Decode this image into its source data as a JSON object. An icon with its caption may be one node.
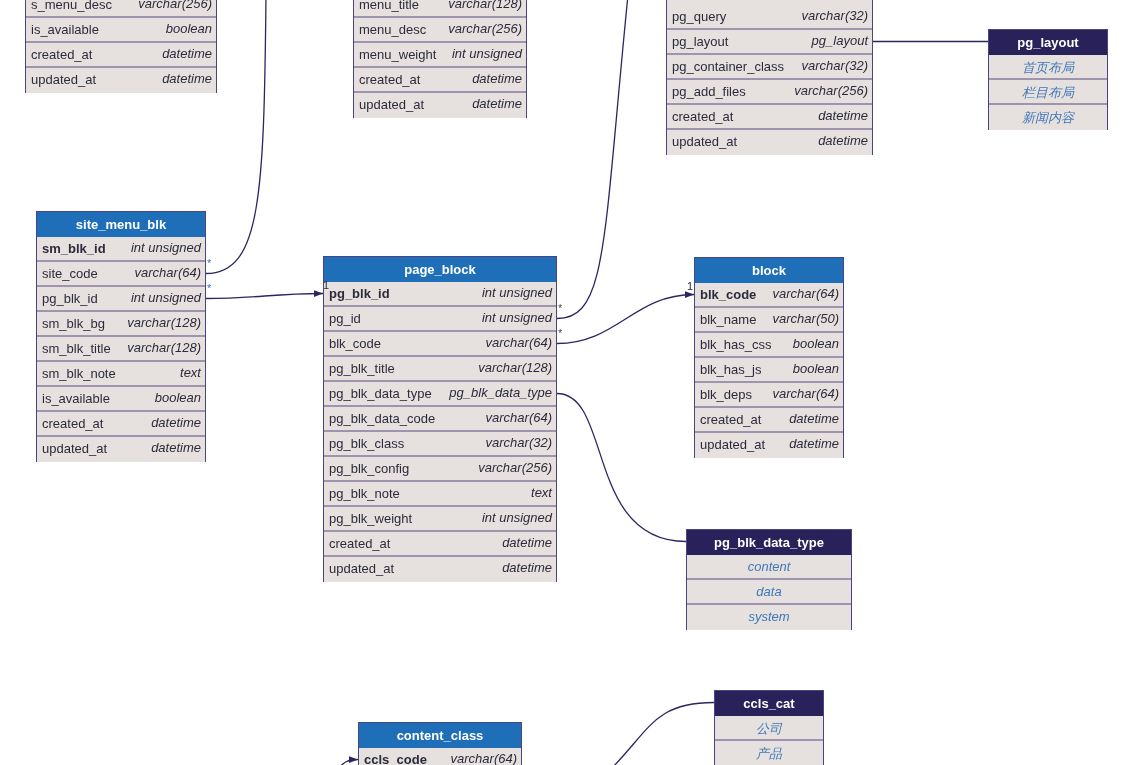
{
  "diagram": {
    "nodes": [
      {
        "text": [],
        "shape": "box"
      },
      {
        "text": [
          "s_menu_desc",
          "varchar(256)"
        ],
        "in": 0
      },
      {
        "text": [
          "is_available",
          "boolean"
        ],
        "in": 0
      },
      {
        "text": [
          "created_at",
          "datetime"
        ],
        "in": 0
      },
      {
        "text": [
          "updated_at",
          "datetime"
        ],
        "in": 0
      },
      {
        "text": [],
        "shape": "box"
      },
      {
        "text": [
          "menu_title",
          "varchar(128)"
        ],
        "in": 5
      },
      {
        "text": [
          "menu_desc",
          "varchar(256)"
        ],
        "in": 5
      },
      {
        "text": [
          "menu_weight",
          "int unsigned"
        ],
        "in": 5
      },
      {
        "text": [
          "created_at",
          "datetime"
        ],
        "in": 5
      },
      {
        "text": [
          "updated_at",
          "datetime"
        ],
        "in": 5
      },
      {
        "text": [],
        "shape": "box"
      },
      {
        "text": [
          "pg_query",
          "varchar(32)"
        ],
        "in": 11
      },
      {
        "text": [
          "pg_layout",
          "pg_layout"
        ],
        "in": 11
      },
      {
        "text": [
          "pg_container_class",
          "varchar(32)"
        ],
        "in": 11
      },
      {
        "text": [
          "pg_add_files",
          "varchar(256)"
        ],
        "in": 11
      },
      {
        "text": [
          "created_at",
          "datetime"
        ],
        "in": 11
      },
      {
        "text": [
          "updated_at",
          "datetime"
        ],
        "in": 11
      },
      {
        "text": [
          "pg_layout"
        ]
      },
      {
        "text": [
          "首页布局"
        ],
        "in": 18
      },
      {
        "text": [
          "栏目布局"
        ],
        "in": 18
      },
      {
        "text": [
          "新闻内容"
        ],
        "in": 18
      },
      {
        "text": [
          "site_menu_blk"
        ]
      },
      {
        "text": [
          "sm_blk_id",
          "int unsigned"
        ],
        "in": 22
      },
      {
        "text": [
          "site_code",
          "varchar(64)"
        ],
        "in": 22
      },
      {
        "text": [
          "pg_blk_id",
          "int unsigned"
        ],
        "in": 22
      },
      {
        "text": [
          "sm_blk_bg",
          "varchar(128)"
        ],
        "in": 22
      },
      {
        "text": [
          "sm_blk_title",
          "varchar(128)"
        ],
        "in": 22
      },
      {
        "text": [
          "sm_blk_note",
          "text"
        ],
        "in": 22
      },
      {
        "text": [
          "is_available",
          "boolean"
        ],
        "in": 22
      },
      {
        "text": [
          "created_at",
          "datetime"
        ],
        "in": 22
      },
      {
        "text": [
          "updated_at",
          "datetime"
        ],
        "in": 22
      },
      {
        "text": [
          "page_block"
        ]
      },
      {
        "text": [
          "pg_blk_id",
          "int unsigned"
        ],
        "in": 32
      },
      {
        "text": [
          "pg_id",
          "int unsigned"
        ],
        "in": 32
      },
      {
        "text": [
          "blk_code",
          "varchar(64)"
        ],
        "in": 32
      },
      {
        "text": [
          "pg_blk_title",
          "varchar(128)"
        ],
        "in": 32
      },
      {
        "text": [
          "pg_blk_data_type",
          "pg_blk_data_type"
        ],
        "in": 32
      },
      {
        "text": [
          "pg_blk_data_code",
          "varchar(64)"
        ],
        "in": 32
      },
      {
        "text": [
          "pg_blk_class",
          "varchar(32)"
        ],
        "in": 32
      },
      {
        "text": [
          "pg_blk_config",
          "varchar(256)"
        ],
        "in": 32
      },
      {
        "text": [
          "pg_blk_note",
          "text"
        ],
        "in": 32
      },
      {
        "text": [
          "pg_blk_weight",
          "int unsigned"
        ],
        "in": 32
      },
      {
        "text": [
          "created_at",
          "datetime"
        ],
        "in": 32
      },
      {
        "text": [
          "updated_at",
          "datetime"
        ],
        "in": 32
      },
      {
        "text": [
          "block"
        ]
      },
      {
        "text": [
          "blk_code",
          "varchar(64)"
        ],
        "in": 45
      },
      {
        "text": [
          "blk_name",
          "varchar(50)"
        ],
        "in": 45
      },
      {
        "text": [
          "blk_has_css",
          "boolean"
        ],
        "in": 45
      },
      {
        "text": [
          "blk_has_js",
          "boolean"
        ],
        "in": 45
      },
      {
        "text": [
          "blk_deps",
          "varchar(64)"
        ],
        "in": 45
      },
      {
        "text": [
          "created_at",
          "datetime"
        ],
        "in": 45
      },
      {
        "text": [
          "updated_at",
          "datetime"
        ],
        "in": 45
      },
      {
        "text": [
          "pg_blk_data_type"
        ]
      },
      {
        "text": [
          "content"
        ],
        "in": 53
      },
      {
        "text": [
          "data"
        ],
        "in": 53
      },
      {
        "text": [
          "system"
        ],
        "in": 53
      },
      {
        "text": [
          "content_class"
        ]
      },
      {
        "text": [
          "ccls_code",
          "varchar(64)"
        ],
        "in": 57
      },
      {
        "text": [
          "ccls_cat"
        ]
      },
      {
        "text": [
          "公司"
        ],
        "in": 59
      },
      {
        "text": [
          "产品"
        ],
        "in": 59
      }
    ],
    "edges": [
      {
        "from": 24,
        "to": null,
        "arrow": "none"
      },
      {
        "from": 25,
        "to": 33,
        "arrow": "to"
      },
      {
        "from": 34,
        "to": null,
        "arrow": "none"
      },
      {
        "from": 35,
        "to": 46,
        "arrow": "to"
      },
      {
        "from": 37,
        "to": 53,
        "arrow": "none"
      },
      {
        "from": 13,
        "to": 18,
        "arrow": "none"
      },
      {
        "from": null,
        "to": 58,
        "arrow": "to"
      },
      {
        "from": 59,
        "to": null,
        "arrow": "none"
      }
    ],
    "labels": [
      "*",
      "*",
      "1",
      "*",
      "*",
      "1"
    ]
  }
}
